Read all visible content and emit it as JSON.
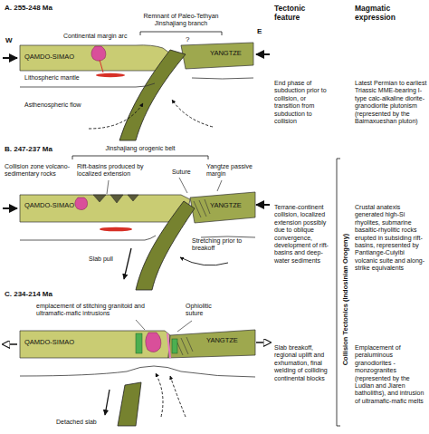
{
  "diagram": {
    "labels": [
      "A. 255-248 Ma",
      "W",
      "E",
      "Continental margin arc",
      "Remnant of Paleo-Tethyan Jinshajiang branch",
      "?",
      "QAMDO-SIMAO",
      "YANGTZE",
      "Lithospheric mantle",
      "Asthenospheric flow",
      "Tectonic feature",
      "Magmatic expression",
      "End phase of subduction prior to collision, or transition from subduction to collision",
      "Latest Permian to earliest Triassic MME-bearing I-type calc-alkaline diorite-granodiorite plutonism (represented by the Baimaxueshan pluton)",
      "B. 247-237 Ma",
      "Jinshajiang orogenic belt",
      "Collision zone volcano-sedimentary rocks",
      "Rift-basins produced by localized extension",
      "Suture",
      "Yangtze passive margin",
      "QAMDO-SIMAO",
      "YANGTZE",
      "Slab pull",
      "Stretching prior to breakoff",
      "Terrane-continent collision, localized extension possibly due to oblique convergence, development of rift-basins and deep-water sediments",
      "Crustal anatexis generated high-Si rhyolites, submarine basaltic-rhyolitic rocks erupted in subsiding rift-basins, represented by Pantiange-Cuiyibi volcanic suite and along-strike equivalents",
      "Collision Tectonics (Indosinian Orogeny)",
      "C. 234-214 Ma",
      "emplacement of stitching granitoid and ultramafic-mafic intrusions",
      "Ophiolitic suture",
      "QAMDO-SIMAO",
      "YANGTZE",
      "Detached slab",
      "Slab breakoff, regional uplift and exhumation, final welding of colliding continental blocks",
      "Emplacement of peraluminous granodiorites -monzogranites (represented by the Ludian and Jiaren batholiths), and intrusion of ultramafic-mafic melts"
    ]
  }
}
